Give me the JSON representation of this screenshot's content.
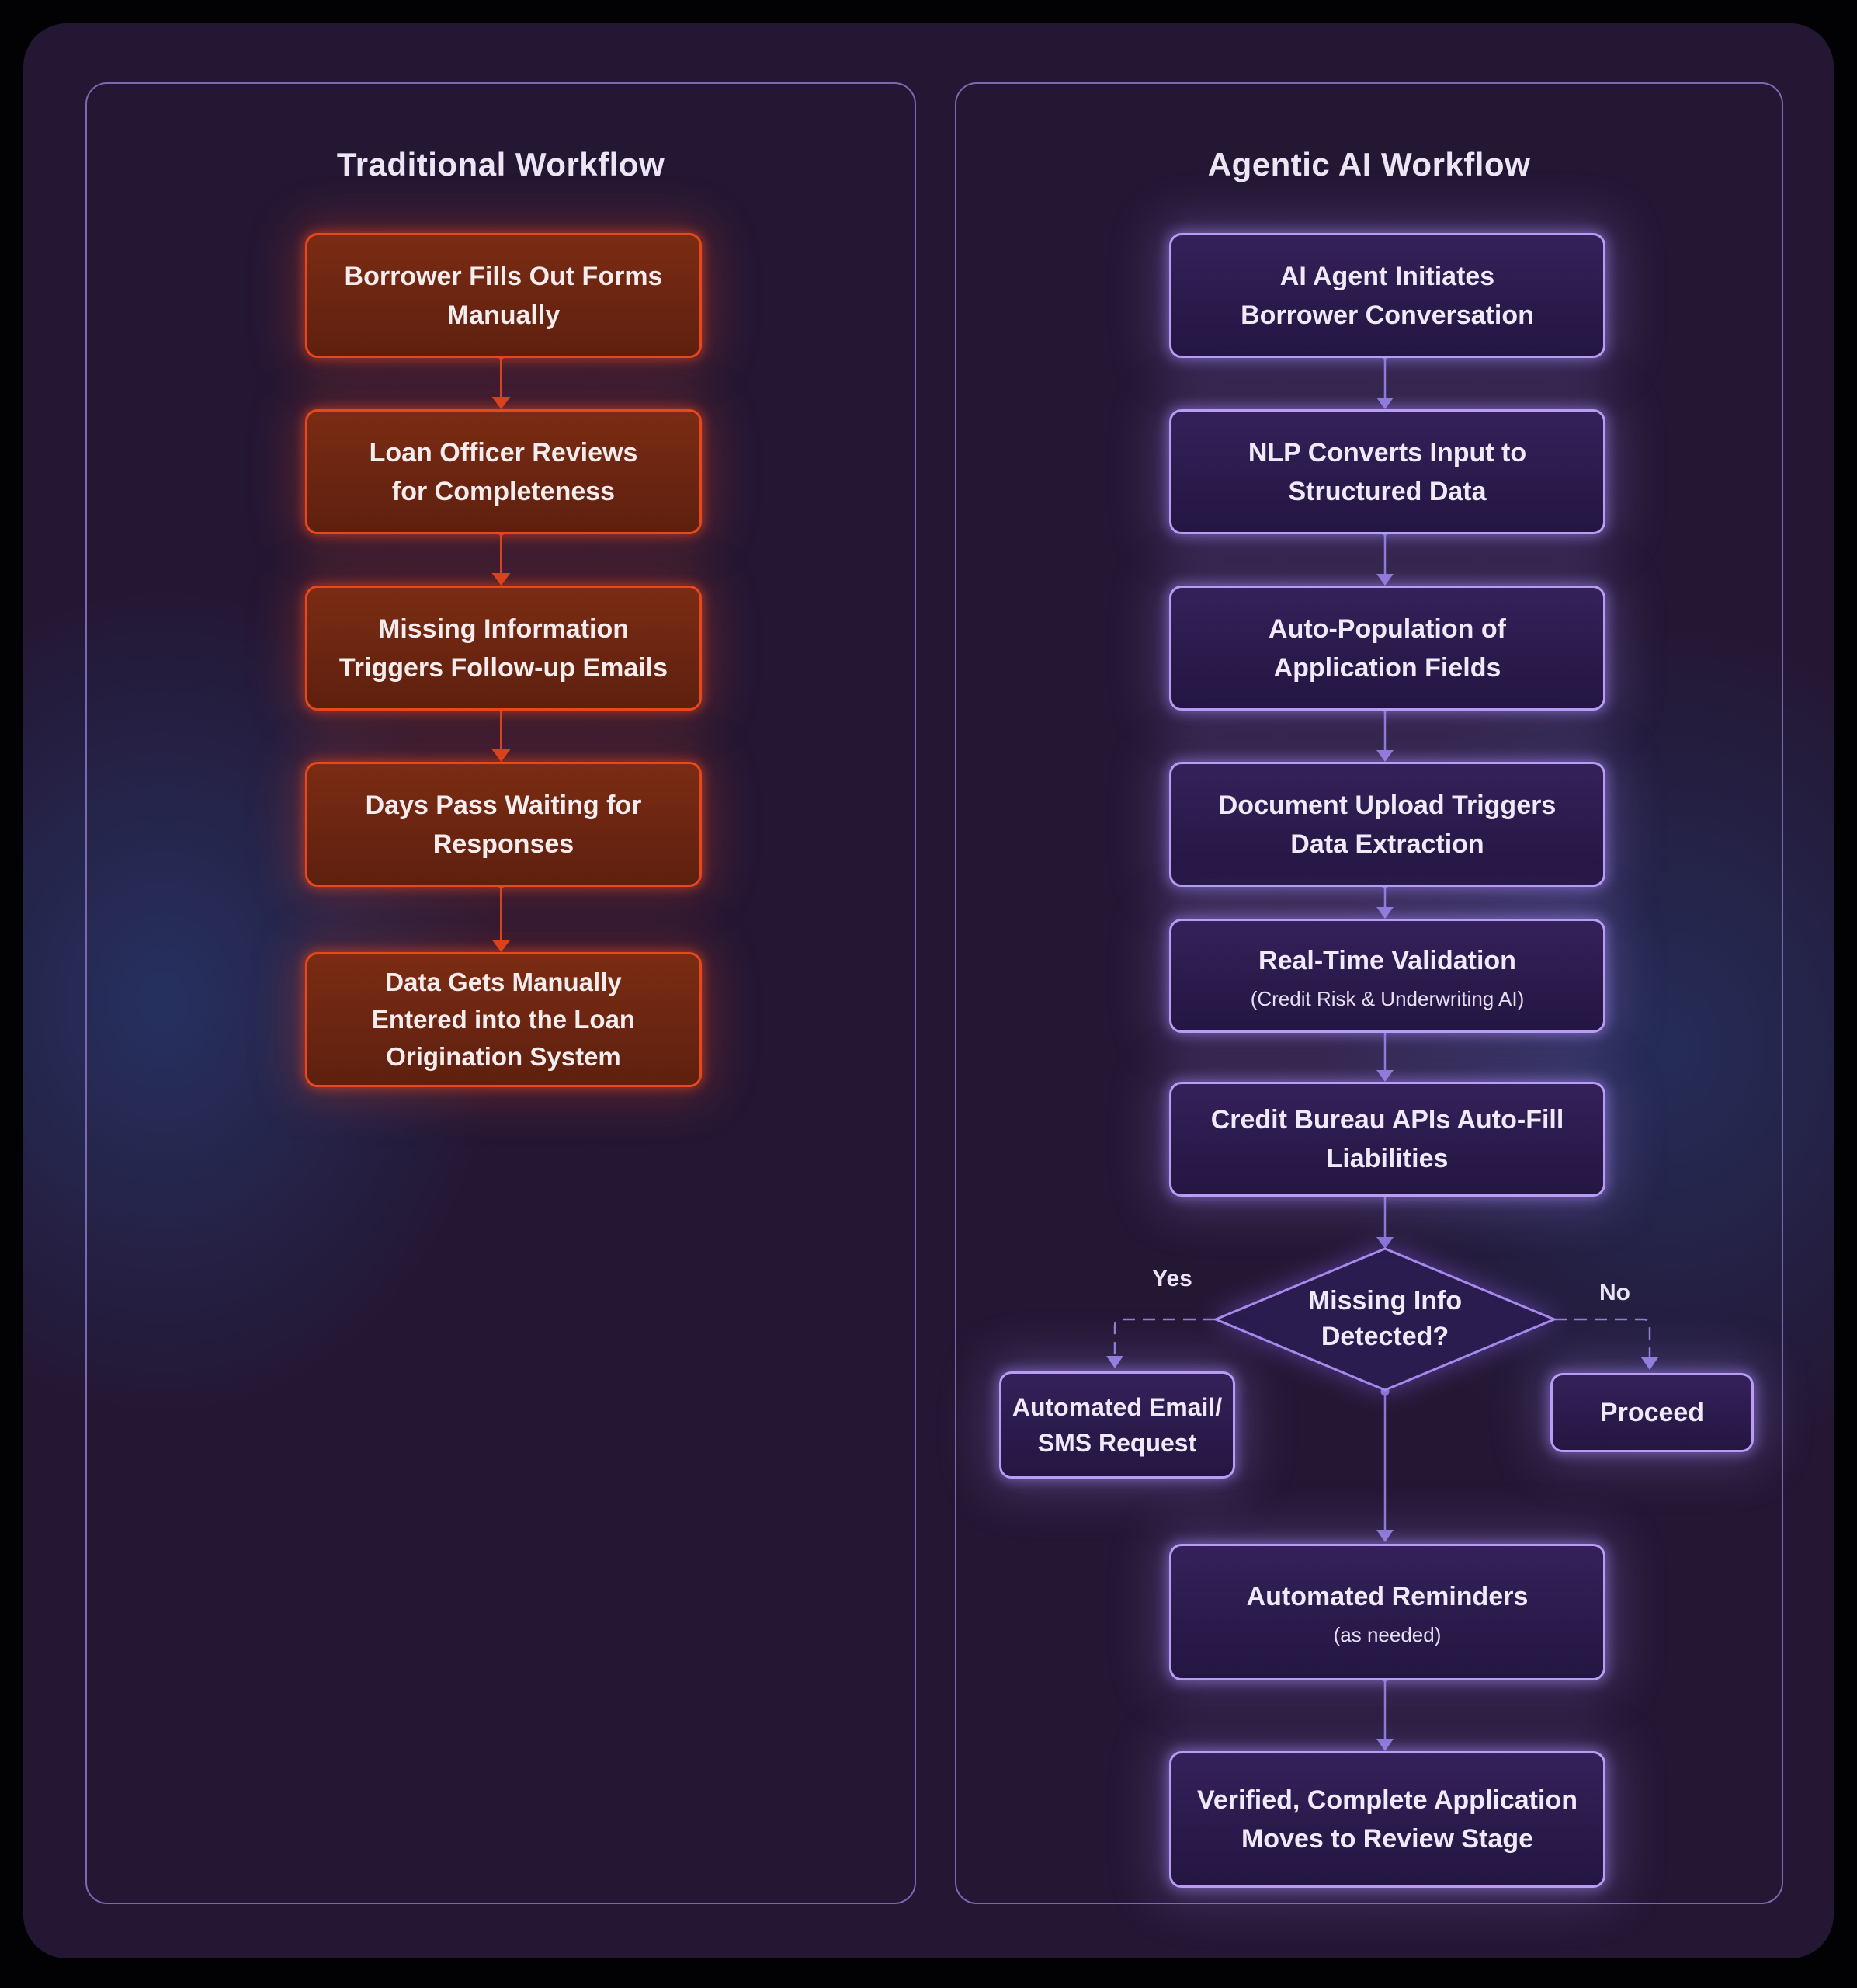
{
  "diagram": {
    "left": {
      "title": "Traditional Workflow",
      "steps": [
        {
          "lines": [
            "Borrower Fills Out Forms",
            "Manually"
          ]
        },
        {
          "lines": [
            "Loan Officer Reviews",
            "for Completeness"
          ]
        },
        {
          "lines": [
            "Missing Information",
            "Triggers Follow-up Emails"
          ]
        },
        {
          "lines": [
            "Days Pass Waiting for",
            "Responses"
          ]
        },
        {
          "lines": [
            "Data Gets Manually",
            "Entered  into the Loan",
            "Origination System"
          ]
        }
      ]
    },
    "right": {
      "title": "Agentic AI Workflow",
      "steps": [
        {
          "lines": [
            "AI Agent Initiates",
            "Borrower Conversation"
          ]
        },
        {
          "lines": [
            "NLP Converts Input to",
            "Structured Data"
          ]
        },
        {
          "lines": [
            "Auto-Population of",
            "Application Fields"
          ]
        },
        {
          "lines": [
            "Document Upload Triggers",
            "Data Extraction"
          ]
        },
        {
          "lines": [
            "Real-Time Validation"
          ],
          "subtitle": "(Credit Risk & Underwriting AI)"
        },
        {
          "lines": [
            "Credit Bureau APIs Auto-Fill",
            "Liabilities"
          ]
        }
      ],
      "decision": {
        "line1": "Missing Info",
        "line2": "Detected?",
        "yes": "Yes",
        "no": "No"
      },
      "yes_branch": {
        "lines": [
          "Automated Email/",
          "SMS Request"
        ]
      },
      "no_branch": {
        "label": "Proceed"
      },
      "reminders": {
        "title": "Automated Reminders",
        "subtitle": "(as needed)"
      },
      "final": {
        "lines": [
          "Verified, Complete Application",
          "Moves to Review Stage"
        ]
      }
    },
    "colors": {
      "page_bg": "#000000",
      "canvas_bg": "#241734",
      "panel_border": "#7b68b4",
      "blue_glow": "#284684",
      "red_node_fill": "#6b2511",
      "red_node_border": "#e8481f",
      "red_arrow": "#d8431f",
      "purple_node_fill": "#2a1a4b",
      "purple_node_border": "#b99df4",
      "purple_arrow": "#8a78d2",
      "dashed_connector": "#8f7ed8",
      "diamond_border": "#a58aec",
      "text": "#efe9f8"
    }
  }
}
